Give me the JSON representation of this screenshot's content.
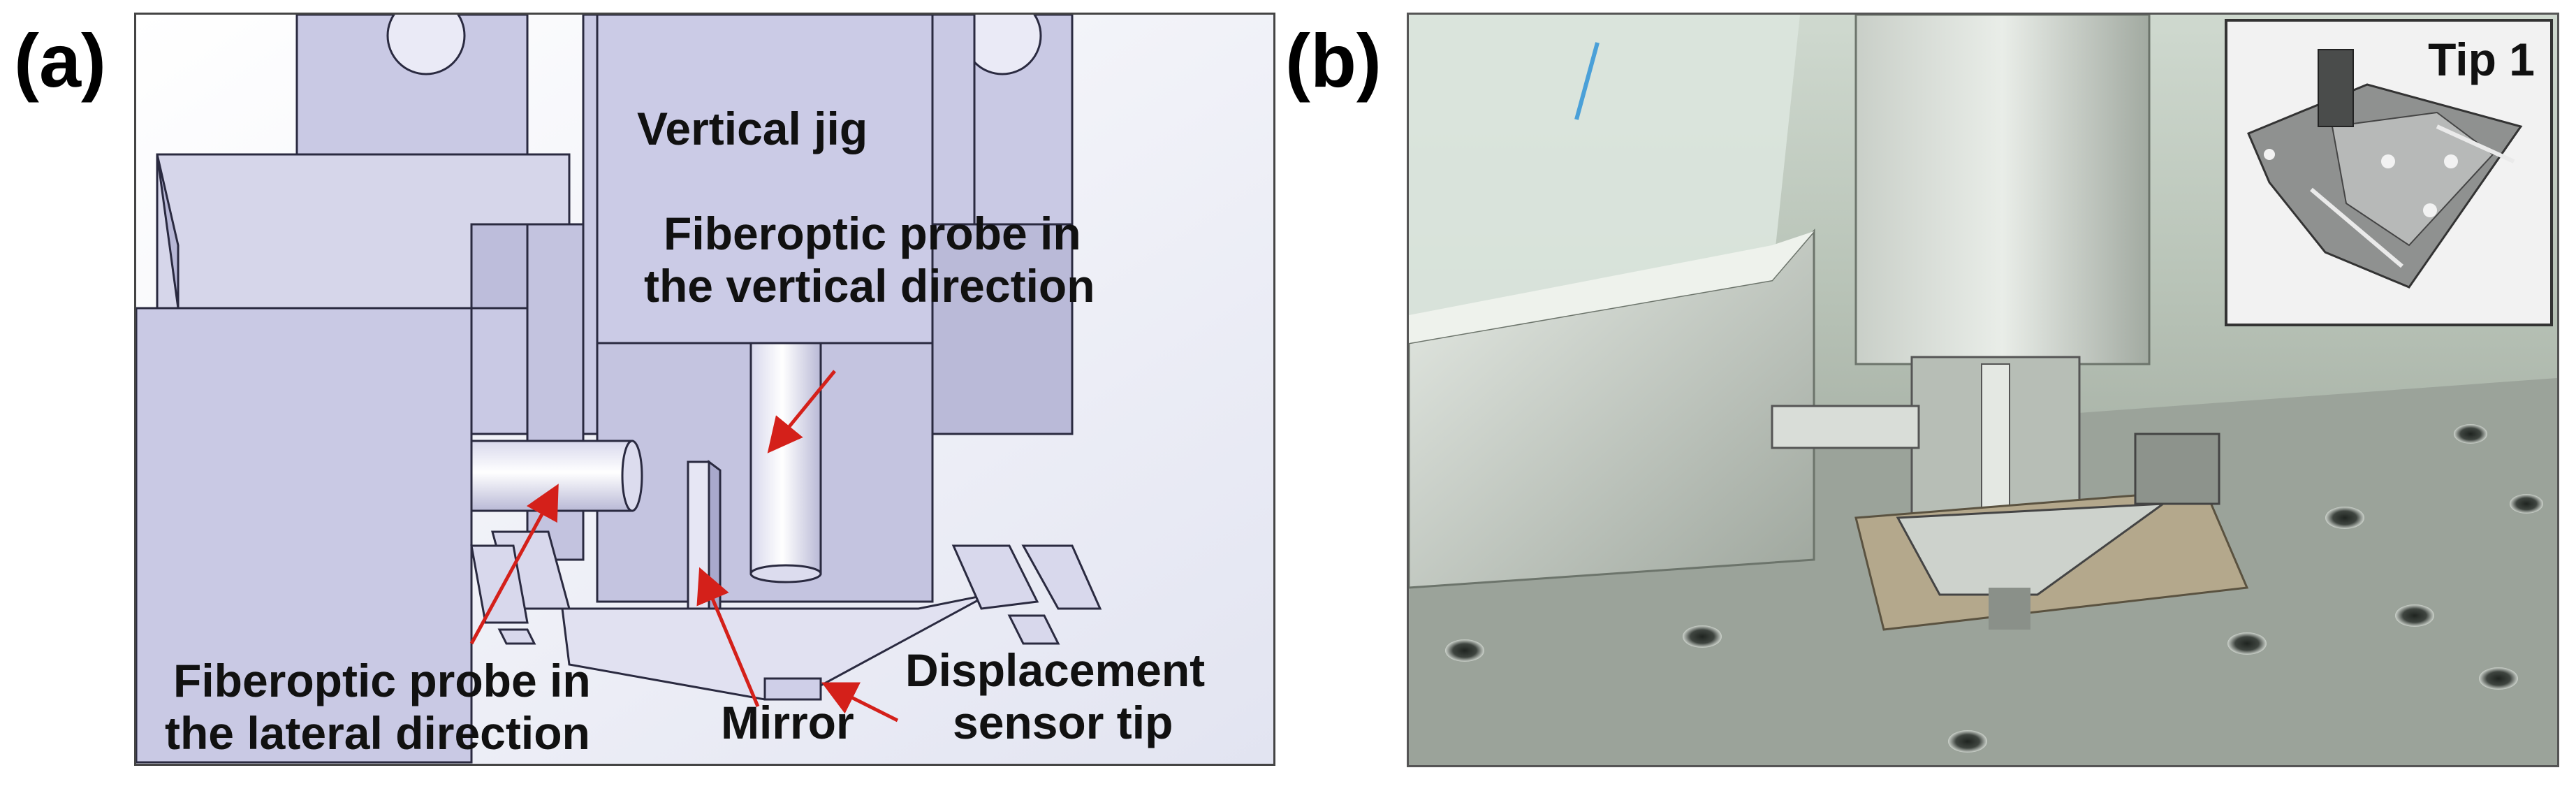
{
  "panel_a": {
    "letter": "(a)",
    "labels": {
      "vertical_jig": "Vertical jig",
      "probe_vertical_line1": "Fiberoptic probe in",
      "probe_vertical_line2": "the vertical direction",
      "probe_lateral_line1": "Fiberoptic probe in",
      "probe_lateral_line2": "the lateral direction",
      "mirror": "Mirror",
      "sensor_tip_line1": "Displacement",
      "sensor_tip_line2": "sensor tip"
    },
    "colors": {
      "block": "#c9c9e4",
      "block_dark": "#a9a9cc",
      "edge": "#2a2a40",
      "arrow": "#d4201a"
    }
  },
  "panel_b": {
    "letter": "(b)",
    "inset_label": "Tip 1"
  }
}
